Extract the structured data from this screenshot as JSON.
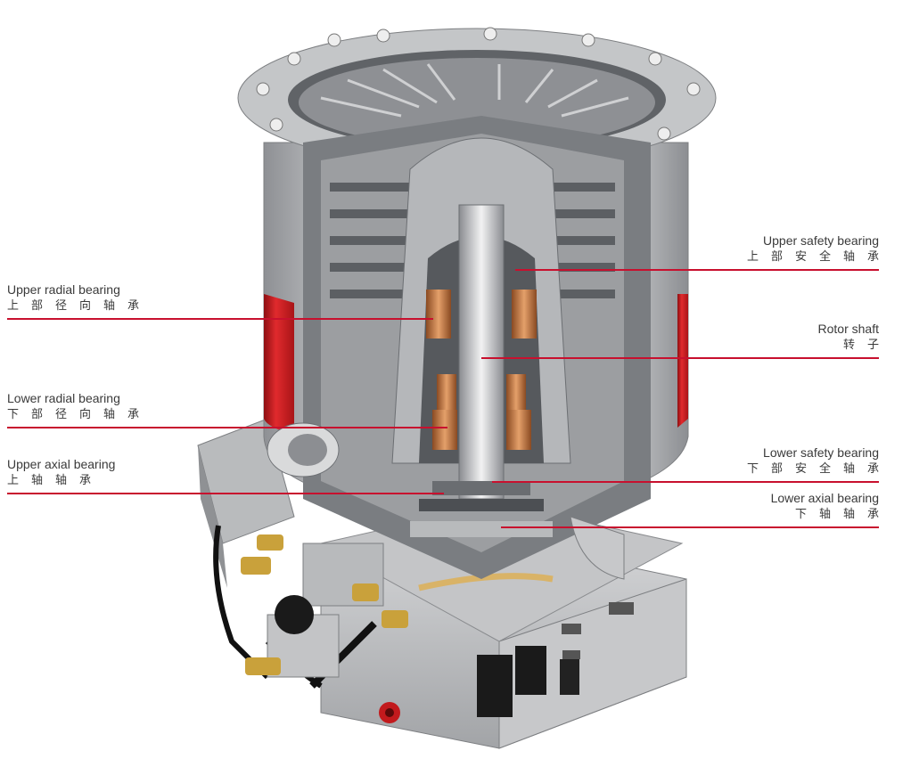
{
  "callouts": {
    "upper_safety_bearing": {
      "en": "Upper safety bearing",
      "zh": "上部安全轴承"
    },
    "rotor_shaft": {
      "en": "Rotor shaft",
      "zh": "转子"
    },
    "upper_radial_bearing": {
      "en": "Upper radial bearing",
      "zh": "上部径向轴承"
    },
    "lower_radial_bearing": {
      "en": "Lower radial bearing",
      "zh": "下部径向轴承"
    },
    "upper_axial_bearing": {
      "en": "Upper axial bearing",
      "zh": "上轴轴承"
    },
    "lower_safety_bearing": {
      "en": "Lower safety bearing",
      "zh": "下部安全轴承"
    },
    "lower_axial_bearing": {
      "en": "Lower axial bearing",
      "zh": "下轴轴承"
    }
  },
  "colors": {
    "leader_line": "#c8102e",
    "accent_band": "#d21f26",
    "copper": "#c9773f",
    "brass": "#c9a13b",
    "metal_light": "#d9dadb",
    "metal_mid": "#a9abae",
    "metal_dark": "#55585c"
  }
}
